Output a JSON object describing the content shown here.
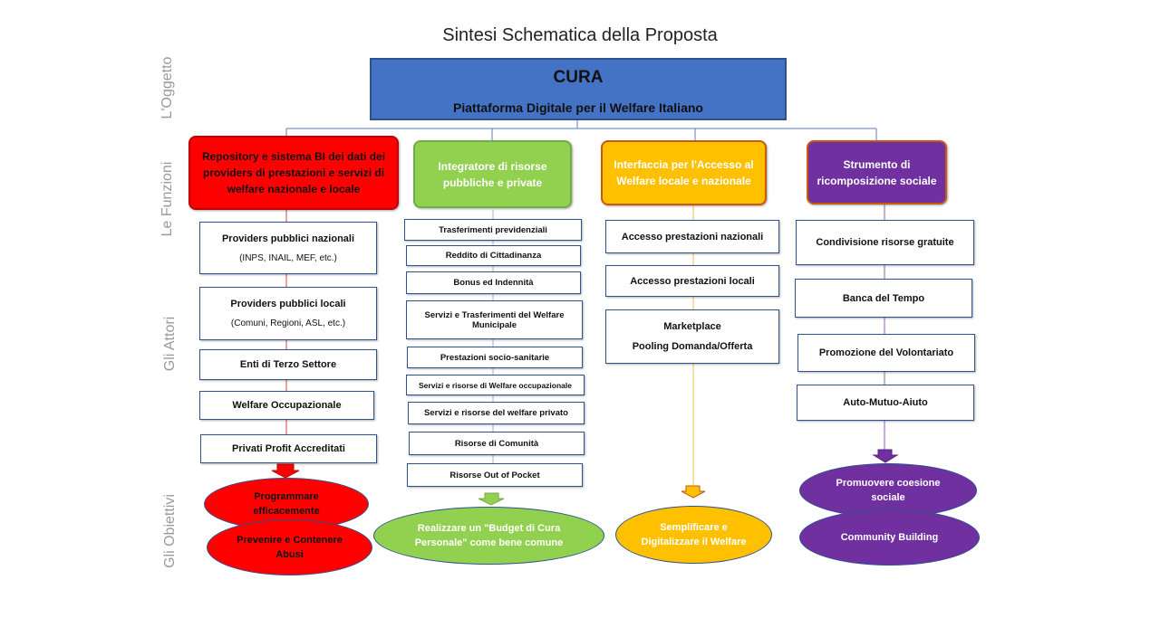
{
  "title": "Sintesi Schematica della Proposta",
  "side_labels": {
    "oggetto": "L'Oggetto",
    "funzioni": "Le Funzioni",
    "attori": "Gli Attori",
    "obiettivi": "Gli Obiettivi"
  },
  "header": {
    "title": "CURA",
    "subtitle": "Piattaforma Digitale per il Welfare Italiano"
  },
  "functions": [
    "Repository e sistema BI dei dati dei providers di prestazioni e servizi di welfare nazionale e locale",
    "Integratore di risorse pubbliche e private",
    "Interfaccia per l'Accesso al Welfare locale e nazionale",
    "Strumento di ricomposizione sociale"
  ],
  "col1": [
    {
      "label": "Providers pubblici nazionali",
      "sub": "(INPS, INAIL, MEF, etc.)"
    },
    {
      "label": "Providers pubblici locali",
      "sub": "(Comuni, Regioni, ASL, etc.)"
    },
    {
      "label": "Enti di Terzo Settore"
    },
    {
      "label": "Welfare Occupazionale"
    },
    {
      "label": "Privati Profit Accreditati"
    }
  ],
  "col2": [
    "Trasferimenti previdenziali",
    "Reddito di Cittadinanza",
    "Bonus ed Indennità",
    "Servizi e Trasferimenti del Welfare Municipale",
    "Prestazioni socio-sanitarie",
    "Servizi e risorse di Welfare occupazionale",
    "Servizi e risorse del welfare privato",
    "Risorse di Comunità",
    "Risorse Out of Pocket"
  ],
  "col3": [
    {
      "label": "Accesso prestazioni nazionali"
    },
    {
      "label": "Accesso prestazioni locali"
    },
    {
      "label": "Marketplace",
      "sub": "Pooling Domanda/Offerta"
    }
  ],
  "col4": [
    "Condivisione risorse gratuite",
    "Banca del Tempo",
    "Promozione del Volontariato",
    "Auto-Mutuo-Aiuto"
  ],
  "objectives": {
    "col1": [
      "Programmare efficacemente",
      "Prevenire e Contenere Abusi"
    ],
    "col2": [
      "Realizzare un \"Budget di Cura Personale\" come bene comune"
    ],
    "col3": [
      "Semplificare e Digitalizzare il Welfare"
    ],
    "col4": [
      "Promuovere coesione sociale",
      "Community Building"
    ]
  },
  "colors": {
    "header": "#4472c4",
    "red": "#ff0000",
    "green": "#92d050",
    "yellow": "#ffc000",
    "purple": "#7030a0",
    "border": "#2f528f"
  }
}
